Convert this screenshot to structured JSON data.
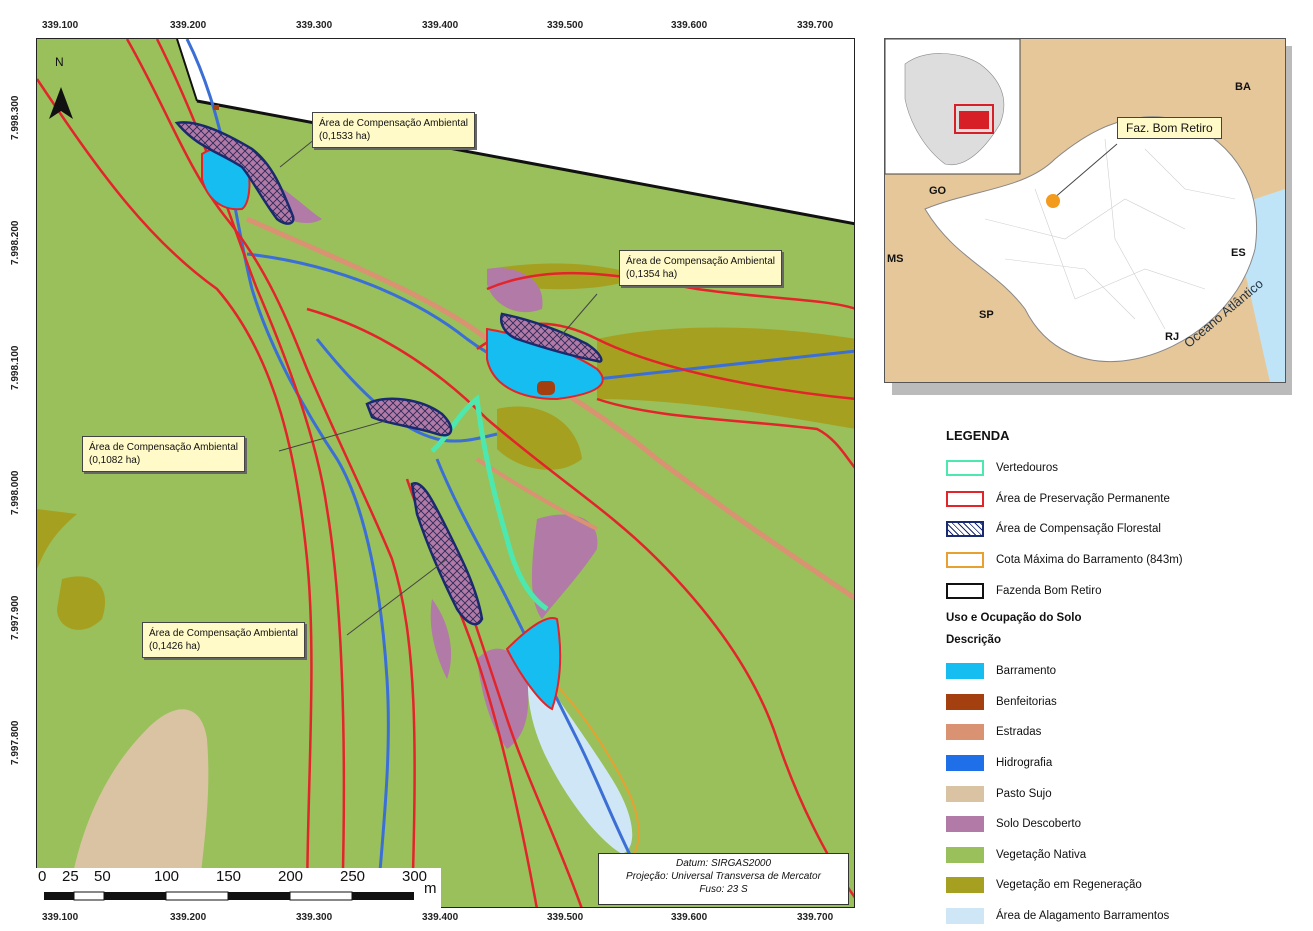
{
  "map": {
    "x_ticks": [
      "339.100",
      "339.200",
      "339.300",
      "339.400",
      "339.500",
      "339.600",
      "339.700"
    ],
    "y_ticks": [
      "7.998.300",
      "7.998.200",
      "7.998.100",
      "7.998.000",
      "7.997.900",
      "7.997.800"
    ],
    "north_label": "N",
    "colors": {
      "vegetacao_nativa": "#99c05a",
      "vegetacao_regeneracao": "#a6a021",
      "pasto_sujo": "#d9c3a2",
      "solo_descoberto": "#b27aa6",
      "barramento": "#16bdf0",
      "alagamento": "#cfe6f6",
      "estradas": "#d99272",
      "benfeitorias": "#a43f10",
      "hidrografia": "#3b6fd6",
      "app": "#e3242b",
      "vertedouros": "#4de8b0",
      "cota": "#e8a030"
    }
  },
  "callouts": [
    {
      "title": "Área de Compensação Ambiental",
      "value": "(0,1533 ha)"
    },
    {
      "title": "Área de Compensação Ambiental",
      "value": "(0,1354 ha)"
    },
    {
      "title": "Área de Compensação Ambiental",
      "value": "(0,1082 ha)"
    },
    {
      "title": "Área de Compensação Ambiental",
      "value": "(0,1426 ha)"
    }
  ],
  "inset": {
    "labels": {
      "ba": "BA",
      "go": "GO",
      "ms": "MS",
      "sp": "SP",
      "rj": "RJ",
      "es": "ES",
      "oceano": "Oceano Atlântico",
      "farm": "Faz. Bom Retiro"
    }
  },
  "legend": {
    "title": "LEGENDA",
    "items": [
      {
        "label": "Vertedouros",
        "type": "line",
        "color": "#4de8b0"
      },
      {
        "label": "Área de Preservação Permanente",
        "type": "line",
        "color": "#e3242b"
      },
      {
        "label": "Área de Compensação Florestal",
        "type": "hatch",
        "color": "#1a2a6e"
      },
      {
        "label": "Cota Máxima do Barramento (843m)",
        "type": "line",
        "color": "#e8a030"
      },
      {
        "label": "Fazenda Bom Retiro",
        "type": "line",
        "color": "#111111"
      }
    ],
    "section": "Uso e Ocupação do Solo",
    "subsection": "Descrição",
    "classes": [
      {
        "label": "Barramento",
        "color": "#16bdf0"
      },
      {
        "label": "Benfeitorias",
        "color": "#a43f10"
      },
      {
        "label": "Estradas",
        "color": "#d99272"
      },
      {
        "label": "Hidrografia",
        "color": "#1e6fe8"
      },
      {
        "label": "Pasto Sujo",
        "color": "#d9c3a2"
      },
      {
        "label": "Solo Descoberto",
        "color": "#b27aa6"
      },
      {
        "label": "Vegetação Nativa",
        "color": "#99c05a"
      },
      {
        "label": "Vegetação em Regeneração",
        "color": "#a6a021"
      },
      {
        "label": "Área de Alagamento Barramentos",
        "color": "#cfe6f6"
      }
    ]
  },
  "datum": {
    "line1": "Datum: SIRGAS2000",
    "line2": "Projeção: Universal Transversa de Mercator",
    "line3": "Fuso: 23 S"
  },
  "scalebar": {
    "labels": [
      "0",
      "25",
      "50",
      "100",
      "150",
      "200",
      "250",
      "300"
    ],
    "unit": "m"
  }
}
